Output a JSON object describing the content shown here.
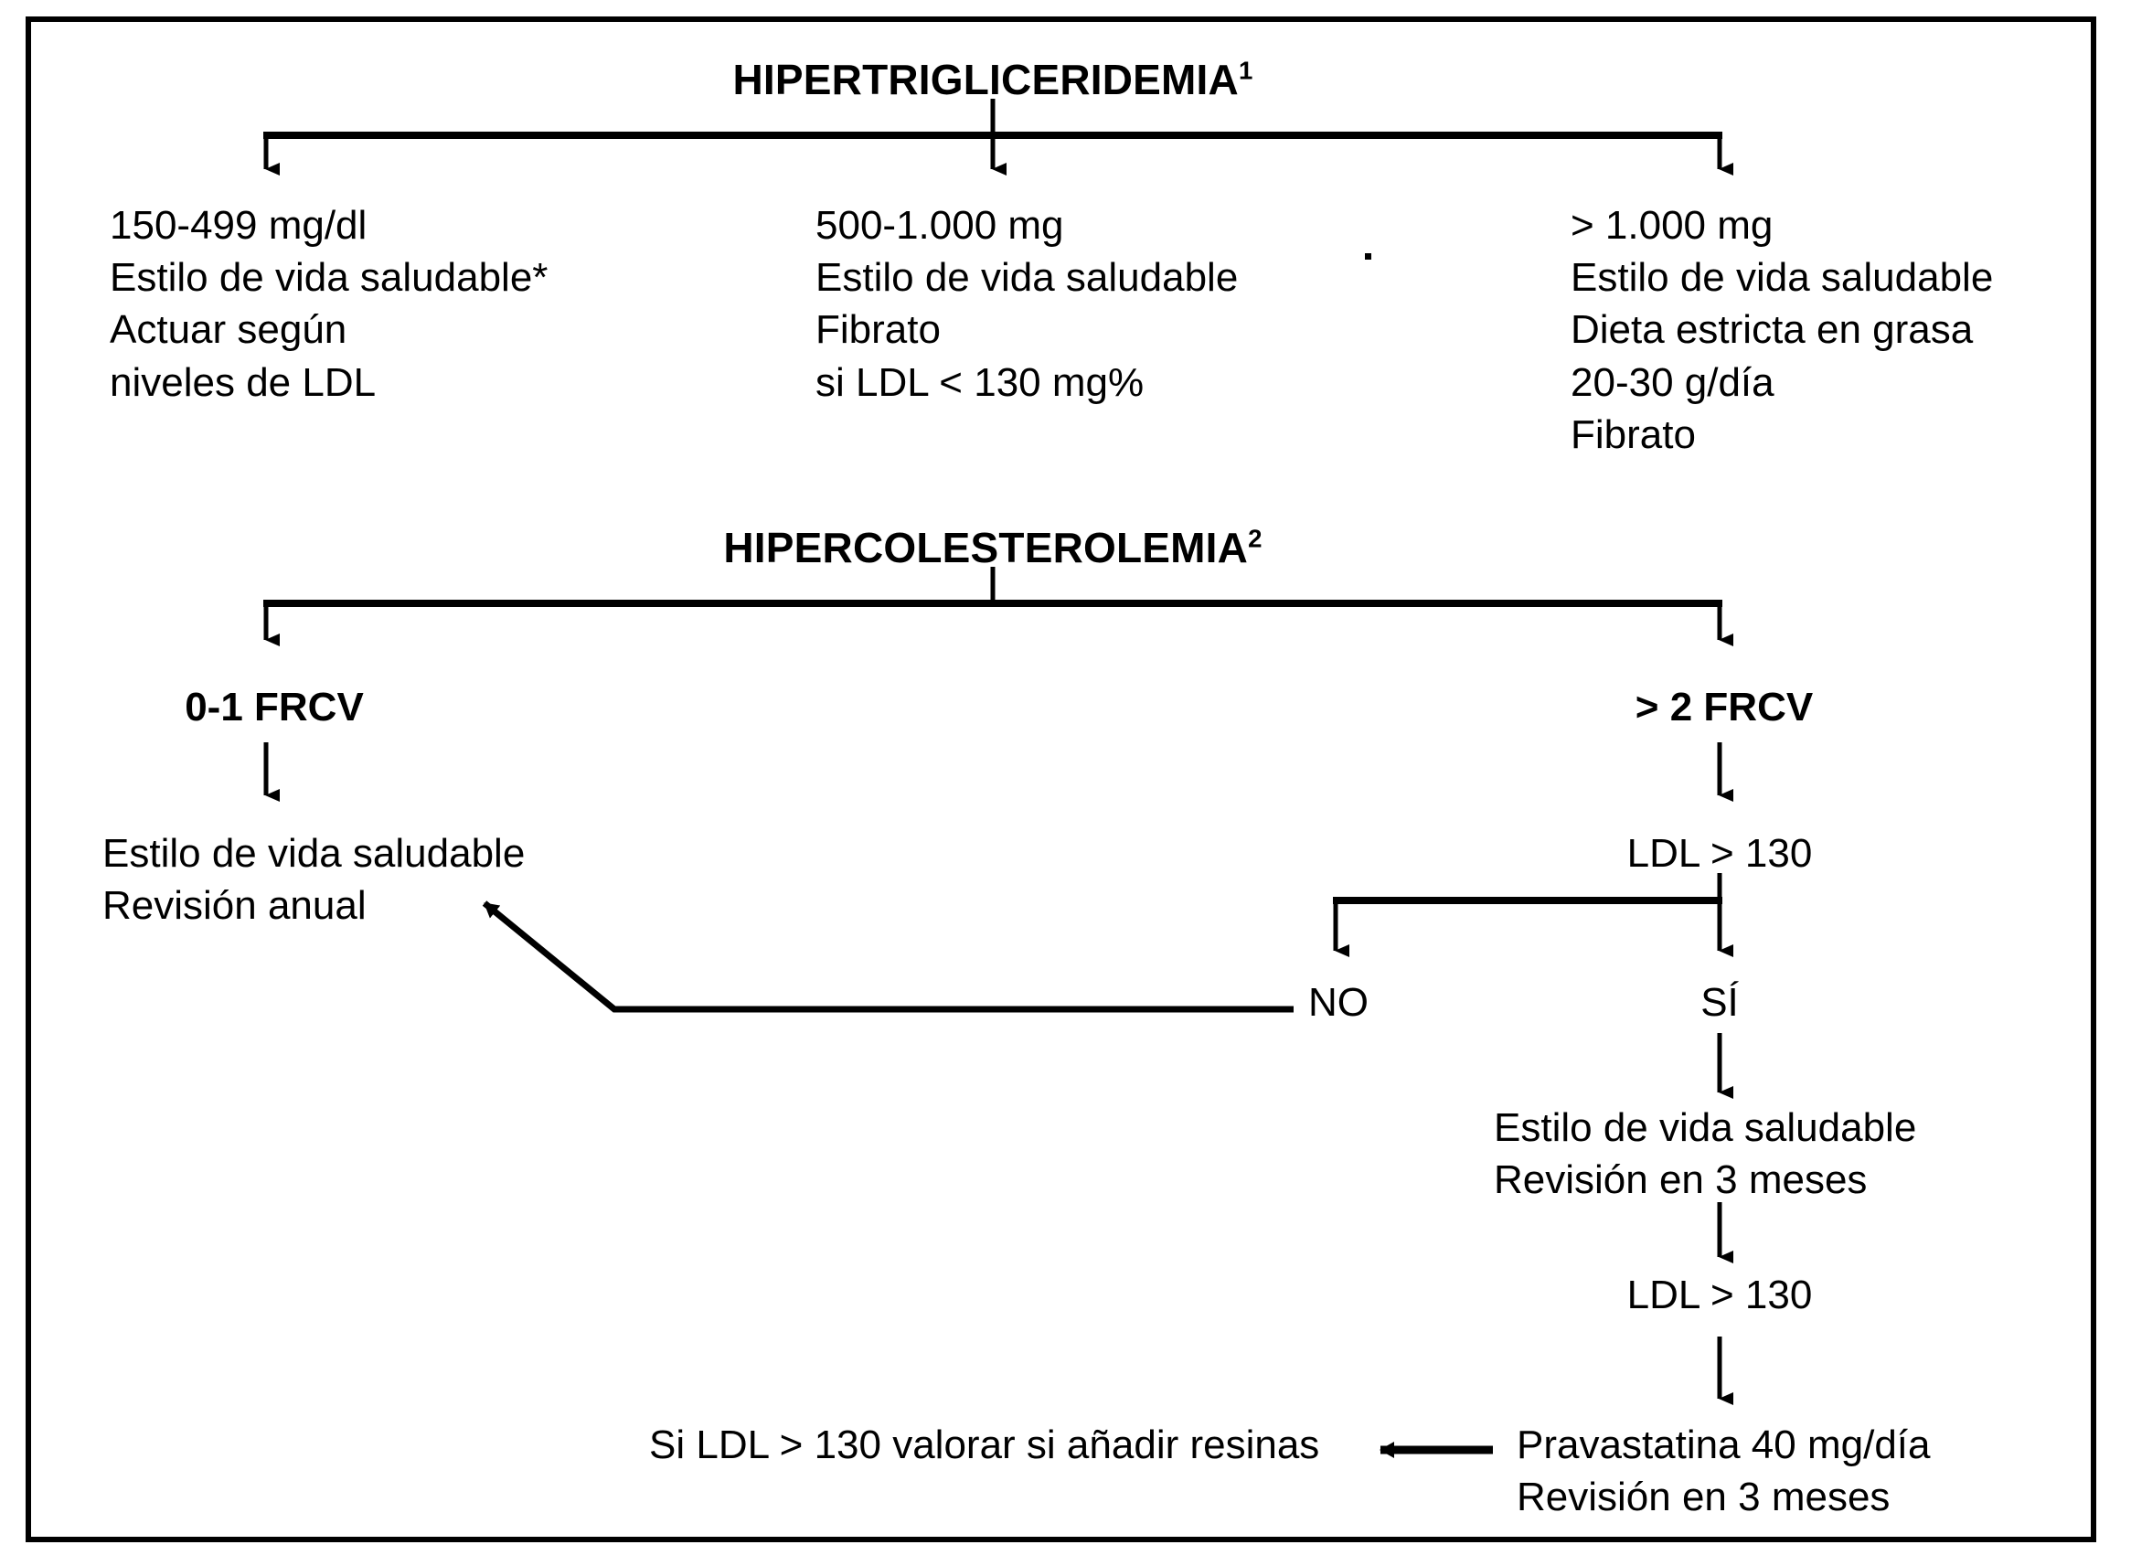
{
  "figure": {
    "type": "clinical-decision-flowchart",
    "language": "es",
    "line_color": "#000000",
    "background_color": "#ffffff"
  },
  "section1": {
    "title": "HIPERTRIGLICERIDEMIA",
    "title_superscript": "1",
    "branches": [
      {
        "id": "tg-150-499",
        "lines": [
          "150-499 mg/dl",
          "Estilo de vida saludable*",
          "Actuar según",
          "niveles de LDL"
        ]
      },
      {
        "id": "tg-500-1000",
        "lines": [
          "500-1.000 mg",
          "Estilo de vida saludable",
          "Fibrato",
          "si LDL < 130 mg%"
        ]
      },
      {
        "id": "tg-over-1000",
        "lines": [
          "> 1.000 mg",
          "Estilo de vida saludable",
          "Dieta estricta en grasa",
          "20-30 g/día",
          "Fibrato"
        ]
      }
    ]
  },
  "section2": {
    "title": "HIPERCOLESTEROLEMIA",
    "title_superscript": "2",
    "branch_left": {
      "label": "0-1 FRCV",
      "outcome_lines": [
        "Estilo de vida saludable",
        "Revisión anual"
      ]
    },
    "branch_right": {
      "label": "> 2 FRCV",
      "decision_1": "LDL > 130",
      "answer_no": "NO",
      "answer_yes": "SÍ",
      "step_yes_lines": [
        "Estilo de vida saludable",
        "Revisión en 3 meses"
      ],
      "decision_2": "LDL > 130",
      "treatment_lines": [
        "Pravastatina 40 mg/día",
        "Revisión en 3 meses"
      ],
      "final_note": "Si LDL > 130 valorar si añadir resinas"
    }
  }
}
